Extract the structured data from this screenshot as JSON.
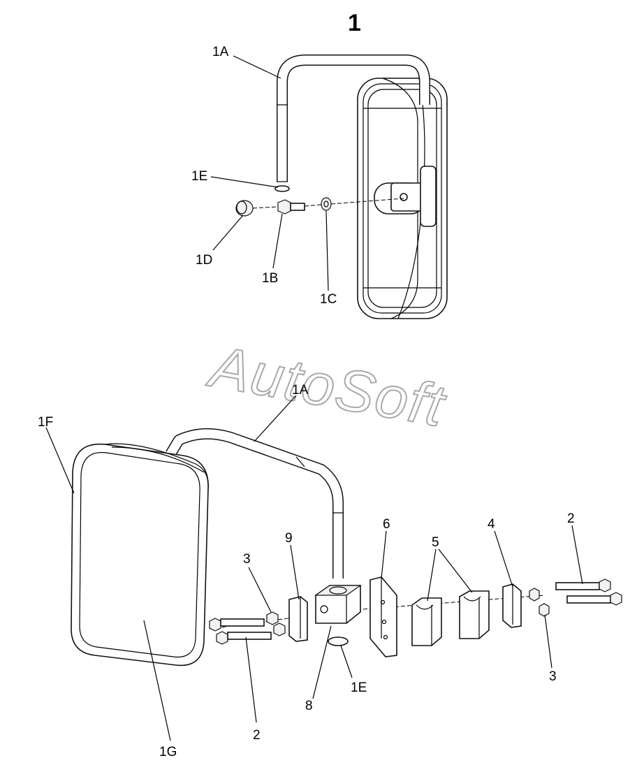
{
  "diagram": {
    "title": "1",
    "watermark": "AutoSoft",
    "callouts_top": {
      "c1A": "1A",
      "c1E": "1E",
      "c1D": "1D",
      "c1B": "1B",
      "c1C": "1C"
    },
    "callouts_bottom": {
      "c1A": "1A",
      "c1F": "1F",
      "c1G": "1G",
      "c1E": "1E",
      "c2_right": "2",
      "c2_bottom": "2",
      "c3_left": "3",
      "c3_right": "3",
      "c4": "4",
      "c5": "5",
      "c6": "6",
      "c8": "8",
      "c9": "9"
    }
  }
}
